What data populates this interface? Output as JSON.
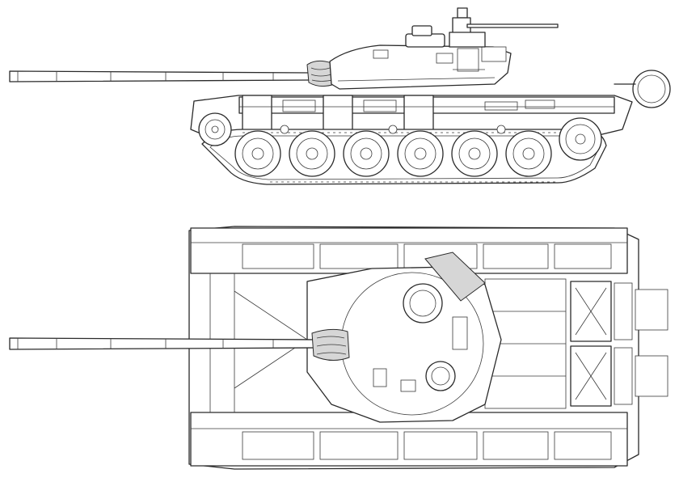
{
  "figure": {
    "views": [
      "side-view",
      "top-view"
    ],
    "side_view": {
      "road_wheels": 6
    },
    "top_view": {
      "fuel_tanks": 2
    }
  },
  "colors": {
    "line": "#2a2a2a",
    "background": "#ffffff",
    "shade": "#d6d6d6"
  }
}
